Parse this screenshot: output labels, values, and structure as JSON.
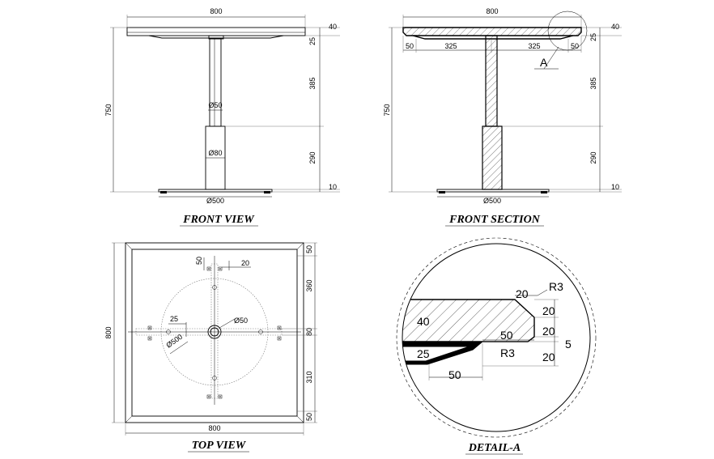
{
  "views": {
    "front_view": {
      "title": "FRONT VIEW",
      "dim_width": "800",
      "dim_height": "750",
      "dim_top": "40",
      "dim_25": "25",
      "dim_385": "385",
      "dim_290": "290",
      "dim_10": "10",
      "dim_tube_small": "Ø50",
      "dim_tube_large": "Ø80",
      "dim_base": "Ø500"
    },
    "front_section": {
      "title": "FRONT SECTION",
      "dim_width": "800",
      "dim_height": "750",
      "dim_top": "40",
      "dim_25": "25",
      "dim_385": "385",
      "dim_290": "290",
      "dim_10": "10",
      "dim_50_left": "50",
      "dim_325_left": "325",
      "dim_325_right": "325",
      "dim_50_right": "50",
      "dim_base": "Ø500",
      "detail_label": "A"
    },
    "top_view": {
      "title": "TOP VIEW",
      "dim_width": "800",
      "dim_height": "800",
      "dim_50_top": "50",
      "dim_20": "20",
      "dim_50_left": "50",
      "dim_360": "360",
      "dim_80": "80",
      "dim_310": "310",
      "dim_50_bottom": "50",
      "dim_25": "25",
      "dim_tube": "Ø50",
      "dim_base": "Ø500"
    },
    "detail_a": {
      "title": "DETAIL-A",
      "dim_20_top": "20",
      "dim_r3_top": "R3",
      "dim_40": "40",
      "dim_20_a": "20",
      "dim_20_b": "20",
      "dim_5": "5",
      "dim_50_mid": "50",
      "dim_r3_bottom": "R3",
      "dim_20_c": "20",
      "dim_25": "25",
      "dim_50_bottom": "50"
    }
  }
}
